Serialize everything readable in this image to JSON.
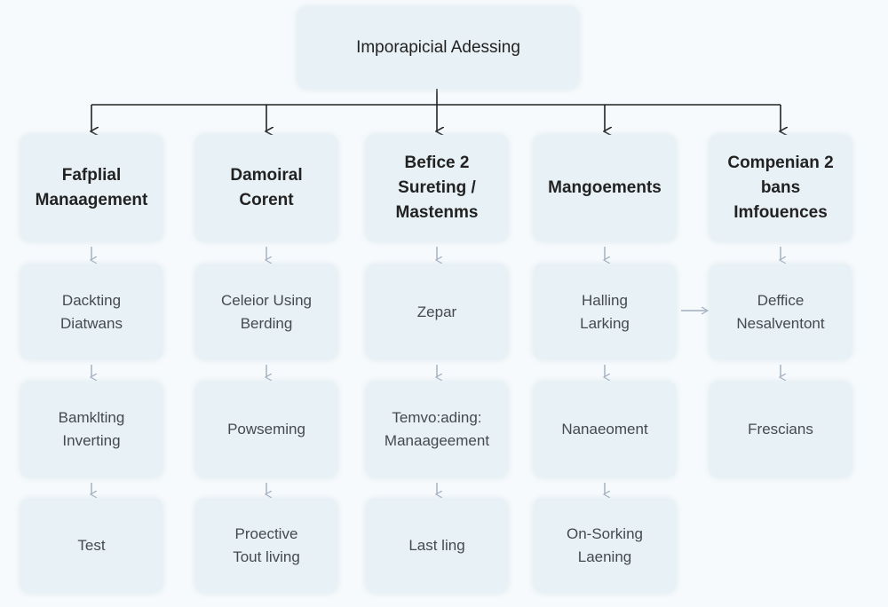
{
  "root": {
    "label": "Imporapicial Adessing"
  },
  "columns": [
    {
      "header": "Fafplial\nManaagement",
      "items": [
        "Dackting\nDiatwans",
        "Bamklting\nInverting",
        "Test"
      ]
    },
    {
      "header": "Damoiral\nCorent",
      "items": [
        "Celeior Using\nBerding",
        "Powseming",
        "Proective\nTout living"
      ]
    },
    {
      "header": "Befice 2\nSureting /\nMastenms",
      "items": [
        "Zepar",
        "Temvo:ading:\nManaageement",
        "Last ling"
      ]
    },
    {
      "header": "Mangoements",
      "items": [
        "Halling\nLarking",
        "Nanaeoment",
        "On-Sorking\nLaening"
      ]
    },
    {
      "header": "Compenian 2\nbans\nImfouences",
      "items": [
        "Deffice\nNesalventont",
        "Frescians"
      ]
    }
  ]
}
